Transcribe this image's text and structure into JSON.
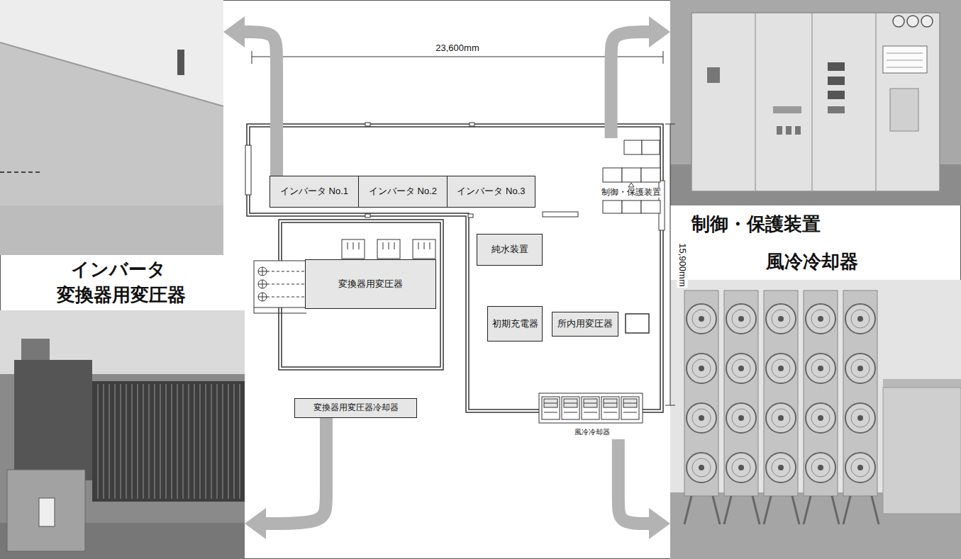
{
  "diagram": {
    "nodes": [
      {
        "text": [
          "インバータ"
        ]
      },
      {
        "text": [
          "制御・保護装置"
        ]
      },
      {
        "text": [
          "インバータ No.1"
        ]
      },
      {
        "text": [
          "インバータ No.2"
        ]
      },
      {
        "text": [
          "インバータ No.3"
        ]
      },
      {
        "text": [
          "制御・保護装置"
        ]
      },
      {
        "text": [
          "純水装置"
        ]
      },
      {
        "text": [
          "変換器用変圧器"
        ]
      },
      {
        "text": [
          "初期充電器"
        ]
      },
      {
        "text": [
          "所内用変圧器"
        ]
      },
      {
        "text": [
          "変換器用変圧器冷却器"
        ]
      },
      {
        "text": [
          "風冷冷却器"
        ]
      },
      {
        "text": [
          "変換器用変圧器"
        ]
      },
      {
        "text": [
          "風冷冷却器"
        ]
      }
    ],
    "edges": [
      {
        "from": 2,
        "to": 0,
        "arrow": "to"
      },
      {
        "from": 5,
        "to": 1,
        "arrow": "to"
      },
      {
        "from": 10,
        "to": 12,
        "arrow": "to"
      },
      {
        "from": 11,
        "to": 13,
        "arrow": "to"
      }
    ],
    "labels": [
      "23,600mm",
      "15,900mm"
    ]
  }
}
